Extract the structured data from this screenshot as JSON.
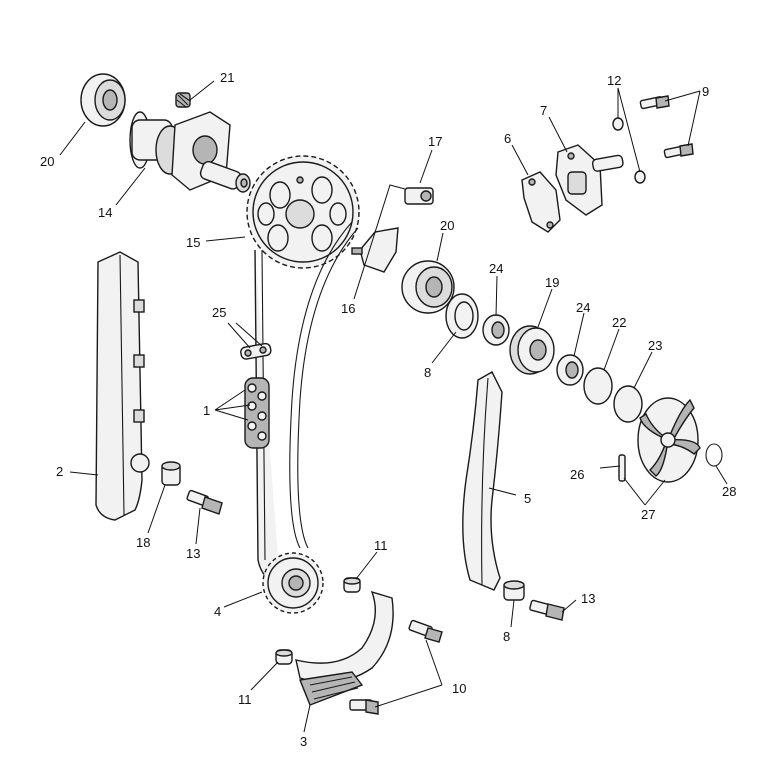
{
  "callouts": {
    "c1": "1",
    "c2": "2",
    "c3": "3",
    "c4": "4",
    "c5": "5",
    "c6": "6",
    "c7": "7",
    "c8a": "8",
    "c8b": "8",
    "c9": "9",
    "c10": "10",
    "c11a": "11",
    "c11b": "11",
    "c12": "12",
    "c13a": "13",
    "c13b": "13",
    "c14": "14",
    "c15": "15",
    "c16": "16",
    "c17": "17",
    "c18": "18",
    "c19": "19",
    "c20a": "20",
    "c20b": "20",
    "c21": "21",
    "c22": "22",
    "c23": "23",
    "c24a": "24",
    "c24b": "24",
    "c25": "25",
    "c26": "26",
    "c27": "27",
    "c28": "28"
  },
  "colors": {
    "line": "#1a1a1a",
    "fill_light": "#f2f2f2",
    "fill_dark": "#b5b5b5"
  }
}
